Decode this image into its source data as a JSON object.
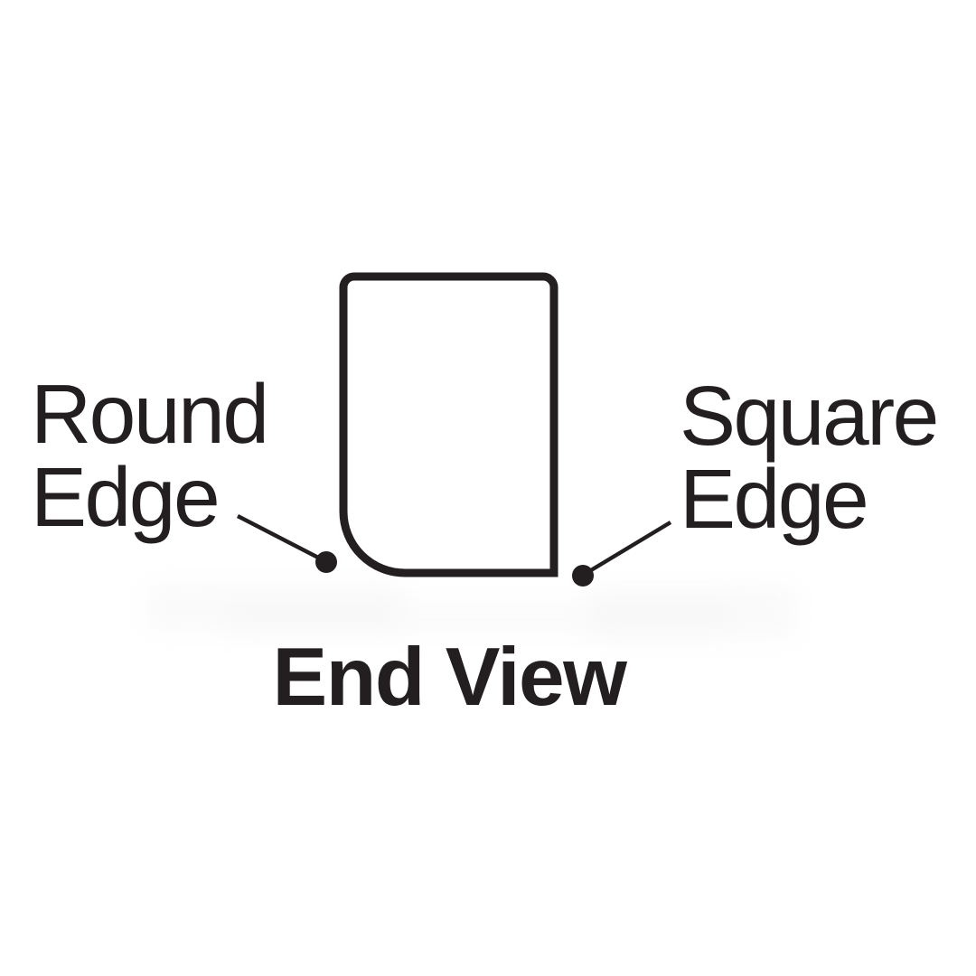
{
  "diagram": {
    "title": "End View",
    "labels": {
      "round_edge": "Round\nEdge",
      "square_edge": "Square\nEdge"
    },
    "colors": {
      "ink": "#231f20",
      "background": "#ffffff"
    }
  }
}
